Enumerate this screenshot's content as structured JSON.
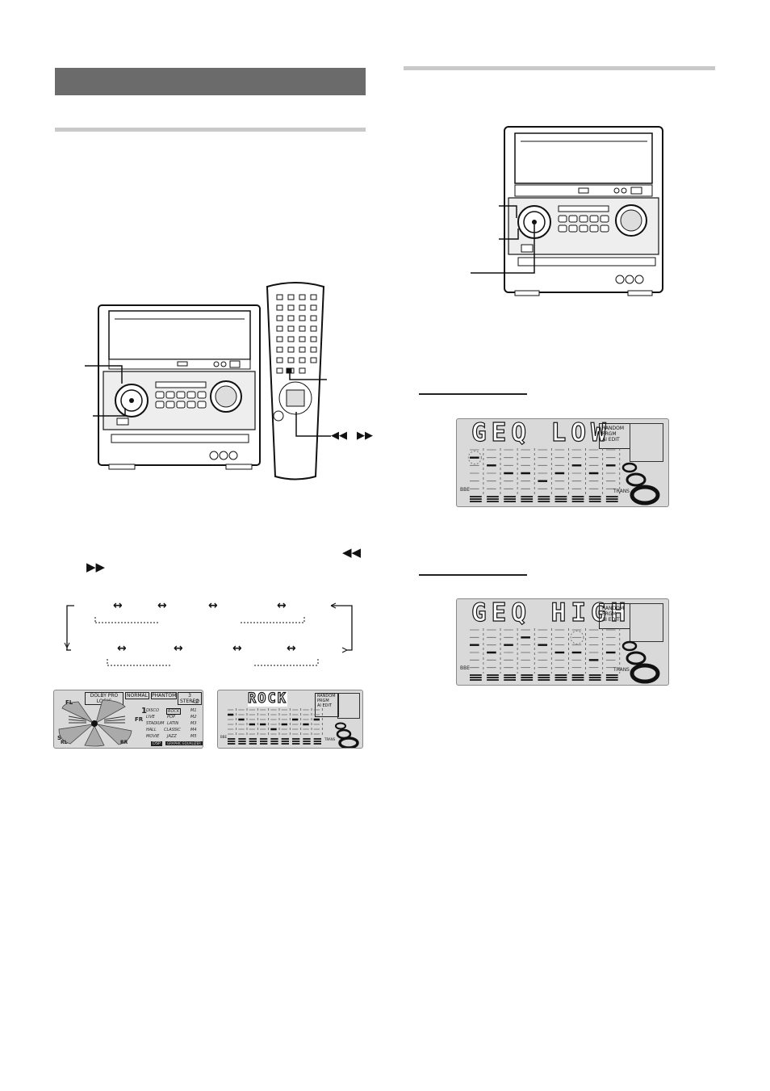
{
  "page": {
    "background": "#ffffff"
  },
  "left_column": {
    "header_band": {
      "color": "#6b6b6b"
    },
    "sub_rule": {
      "color": "#c9c9c9"
    },
    "device_illustration": {
      "name": "stereo-system-with-remote"
    },
    "skip_buttons": {
      "rewind_glyph": "◀◀",
      "forward_glyph": "▶▶"
    },
    "instruction_glyphs": {
      "rewind": "◀◀",
      "forward": "▶▶"
    },
    "mode_cycle_diagram": {
      "arrow_glyph": "↔",
      "top_row_count": 5,
      "bottom_row_count": 5
    },
    "surround_display": {
      "tags": [
        "DOLBY PRO LOGIC",
        "NORMAL",
        "PHANTOM",
        "3 STEREO"
      ],
      "corner_right": "<Z",
      "speaker_labels": {
        "front_left": "FL",
        "front_right": "FR",
        "rear_left": "RL",
        "rear_right": "RR",
        "subwoofer": "S",
        "channel": "1"
      },
      "mode_grid": [
        [
          "DISCO",
          "ROCK",
          "M1"
        ],
        [
          "LIVE",
          "POP",
          "M2"
        ],
        [
          "STADIUM",
          "LATIN",
          "M3"
        ],
        [
          "HALL",
          "CLASSIC",
          "M4"
        ],
        [
          "MOVIE",
          "JAZZ",
          "M5"
        ]
      ],
      "grid_footer": [
        "DSP",
        "GRAPHIC EQUALIZER"
      ],
      "highlighted_mode": "ROCK"
    },
    "eq_display": {
      "title": "ROCK",
      "side_labels": [
        "RANDOM",
        "PRGM",
        "AI",
        "EDIT"
      ],
      "bbe_label": "BBE",
      "trans_label": "TRANS"
    }
  },
  "right_column": {
    "top_rule": {
      "color": "#c9c9c9"
    },
    "device_illustration": {
      "name": "stereo-front-panel"
    },
    "low_display": {
      "title": "GEQ LOW",
      "side_labels": [
        "RANDOM",
        "PRGM",
        "AI",
        "EDIT"
      ],
      "bbe_label": "BBE",
      "trans_label": "TRANS"
    },
    "high_display": {
      "title": "GEQ HIGH",
      "side_labels": [
        "RANDOM",
        "PRGM",
        "AI",
        "EDIT"
      ],
      "bbe_label": "BBE",
      "trans_label": "TRANS"
    }
  }
}
